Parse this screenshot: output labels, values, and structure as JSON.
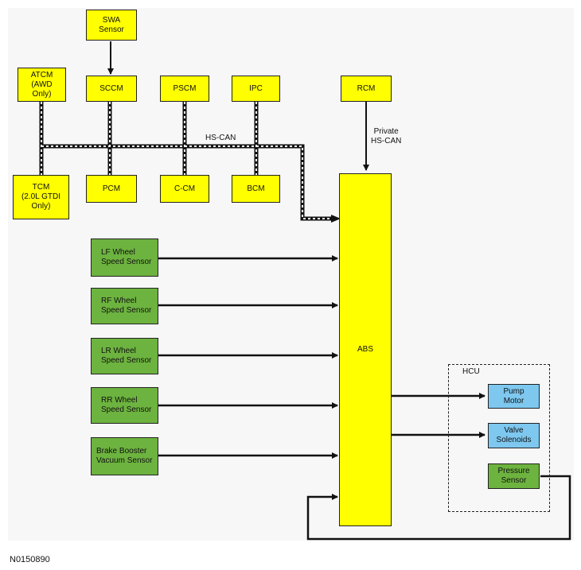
{
  "modules": {
    "swa": "SWA\nSensor",
    "atcm": "ATCM\n(AWD\nOnly)",
    "sccm": "SCCM",
    "pscm": "PSCM",
    "ipc": "IPC",
    "rcm": "RCM",
    "tcm": "TCM\n(2.0L GTDI\nOnly)",
    "pcm": "PCM",
    "ccm": "C-CM",
    "bcm": "BCM",
    "abs": "ABS"
  },
  "sensors": {
    "lf": "LF Wheel\nSpeed Sensor",
    "rf": "RF Wheel\nSpeed Sensor",
    "lr": "LR Wheel\nSpeed Sensor",
    "rr": "RR Wheel\nSpeed Sensor",
    "brake": "Brake Booster\nVacuum Sensor"
  },
  "hcu": {
    "label": "HCU",
    "pump": "Pump\nMotor",
    "valve": "Valve\nSolenoids",
    "pressure": "Pressure\nSensor"
  },
  "labels": {
    "hs_can": "HS-CAN",
    "private_can": "Private\nHS-CAN",
    "figure_id": "N0150890"
  },
  "colors": {
    "module": "#ffff00",
    "sensor": "#6db33f",
    "actuator": "#7ec8f0",
    "line": "#111111"
  }
}
